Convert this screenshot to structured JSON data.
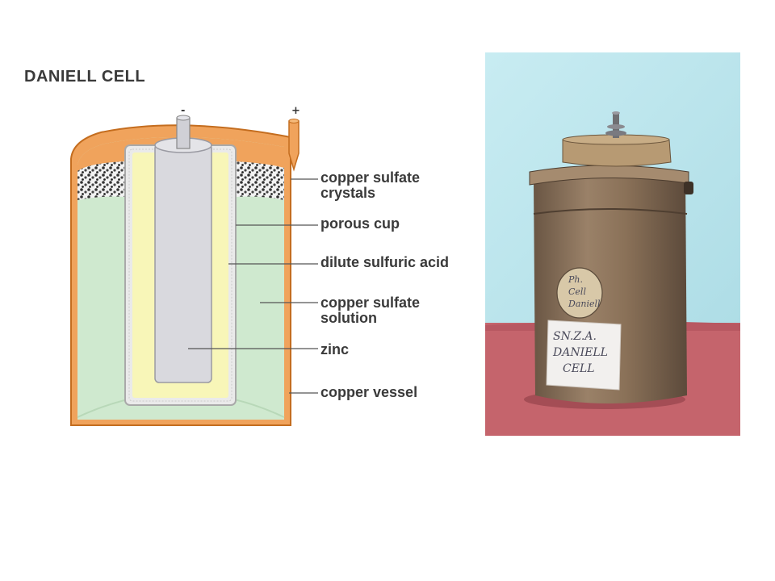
{
  "diagram": {
    "title": "DANIELL CELL",
    "terminal_negative": "-",
    "terminal_positive": "+",
    "labels": {
      "copper_sulfate_crystals": [
        "copper sulfate",
        "crystals"
      ],
      "porous_cup": "porous cup",
      "dilute_sulfuric_acid": "dilute sulfuric acid",
      "copper_sulfate_solution": [
        "copper sulfate",
        "solution"
      ],
      "zinc": "zinc",
      "copper_vessel": "copper vessel"
    },
    "colors": {
      "copper": "#f0a35c",
      "copper_edge": "#c46d1f",
      "solution": "#cfe9cf",
      "acid": "#f8f6b8",
      "zinc": "#d9d9de",
      "crystals": "#3a3a3a"
    }
  },
  "photo": {
    "round_tag_text": [
      "Ph.",
      "Cell",
      "Daniell"
    ],
    "label_text": [
      "SN.Z.A.",
      "DANIELL",
      "CELL"
    ],
    "colors": {
      "wall": "#bfe7ee",
      "table": "#c5646c",
      "can": "#8f7760",
      "lid": "#b79a73"
    }
  }
}
